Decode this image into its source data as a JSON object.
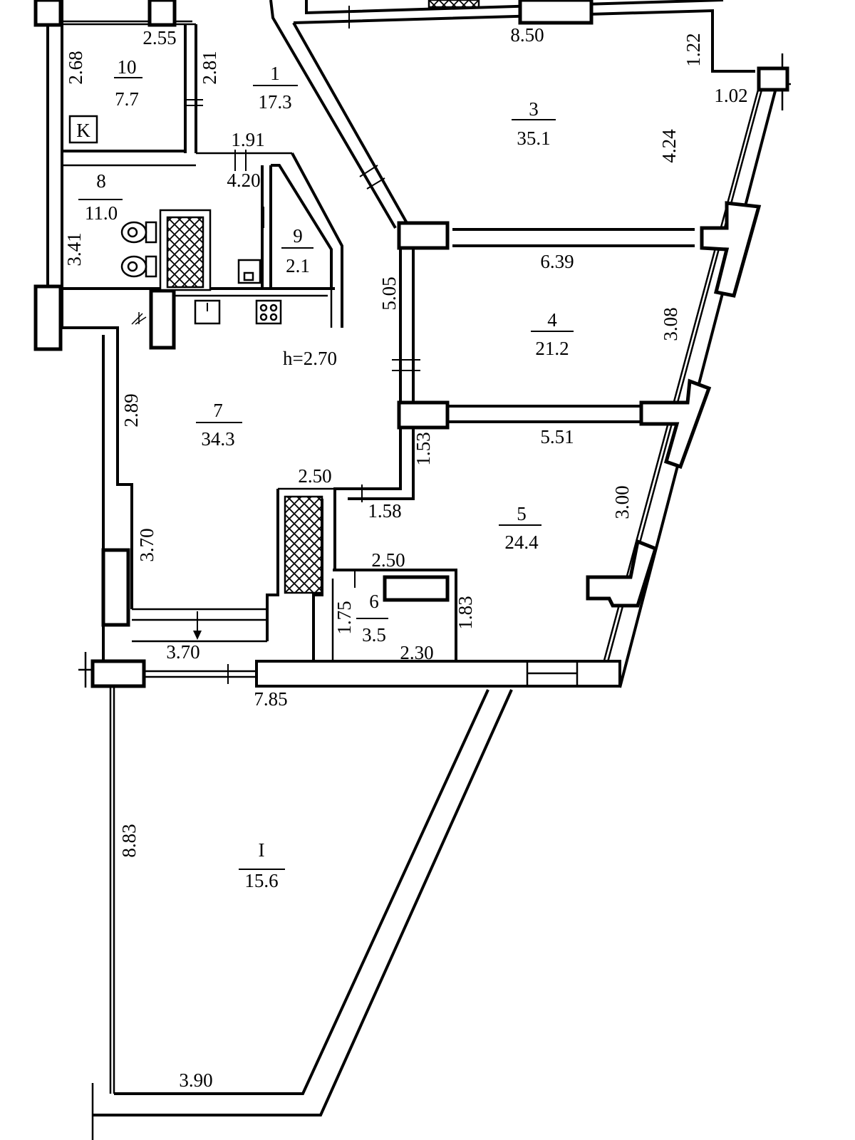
{
  "rooms": {
    "r1_top": {
      "number": "1",
      "area": "17.3"
    },
    "r3": {
      "number": "3",
      "area": "35.1"
    },
    "r4": {
      "number": "4",
      "area": "21.2"
    },
    "r5": {
      "number": "5",
      "area": "24.4"
    },
    "r6": {
      "number": "6",
      "area": "3.5"
    },
    "r7": {
      "number": "7",
      "area": "34.3"
    },
    "r8": {
      "number": "8",
      "area": "11.0"
    },
    "r9": {
      "number": "9",
      "area": "2.1"
    },
    "r10": {
      "number": "10",
      "area": "7.7"
    },
    "r1_bottom": {
      "number": "I",
      "area": "15.6"
    }
  },
  "marks": {
    "k": "K",
    "height": "h=2.70"
  },
  "dims": {
    "d255": "2.55",
    "d268": "2.68",
    "d281": "2.81",
    "d850": "8.50",
    "d122": "1.22",
    "d102": "1.02",
    "d424": "4.24",
    "d191": "1.91",
    "d420": "4.20",
    "d341": "3.41",
    "d505": "5.05",
    "d639": "6.39",
    "d308": "3.08",
    "d289": "2.89",
    "d551": "5.51",
    "d153": "1.53",
    "d250a": "2.50",
    "d158": "1.58",
    "d300": "3.00",
    "d370a": "3.70",
    "d250b": "2.50",
    "d175": "1.75",
    "d183": "1.83",
    "d230": "2.30",
    "d370b": "3.70",
    "d785": "7.85",
    "d883": "8.83",
    "d390": "3.90"
  }
}
